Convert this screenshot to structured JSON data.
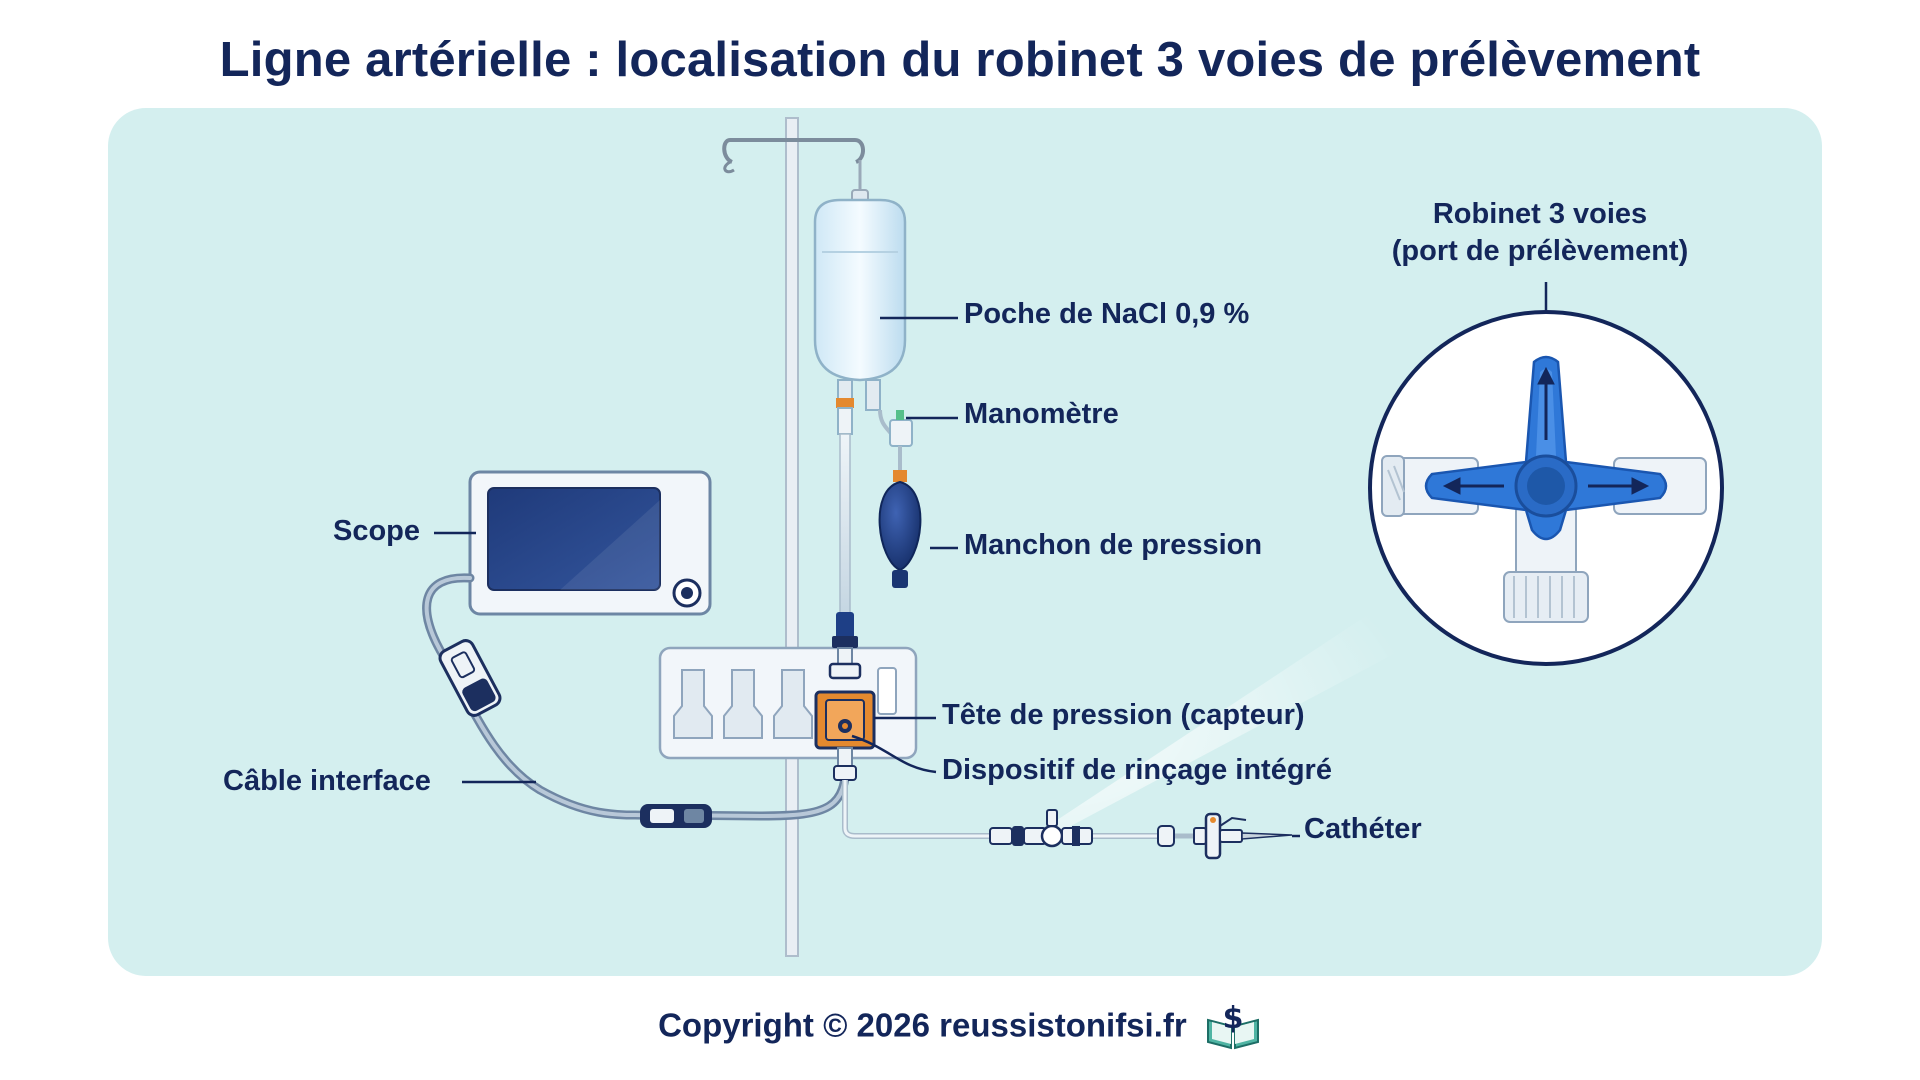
{
  "title": "Ligne artérielle : localisation du robinet 3 voies de prélèvement",
  "labels": {
    "saline_bag": "Poche de NaCl 0,9 %",
    "manometer": "Manomètre",
    "pressure_cuff": "Manchon de pression",
    "scope": "Scope",
    "transducer": "Tête de pression (capteur)",
    "flush_device": "Dispositif de rinçage intégré",
    "interface_cable": "Câble interface",
    "catheter": "Cathéter"
  },
  "inset": {
    "title_line1": "Robinet 3 voies",
    "title_line2": "(port de prélèvement)"
  },
  "footer": {
    "copyright": "Copyright © 2026 reussistonifsi.fr"
  },
  "colors": {
    "title": "#13265a",
    "panel": "#d4efef",
    "stopcock_blue": "#2f78d8",
    "cuff_navy": "#1e3f86",
    "accent_orange": "#e4892f"
  },
  "icons": {
    "footer": "book-dollar-icon"
  }
}
